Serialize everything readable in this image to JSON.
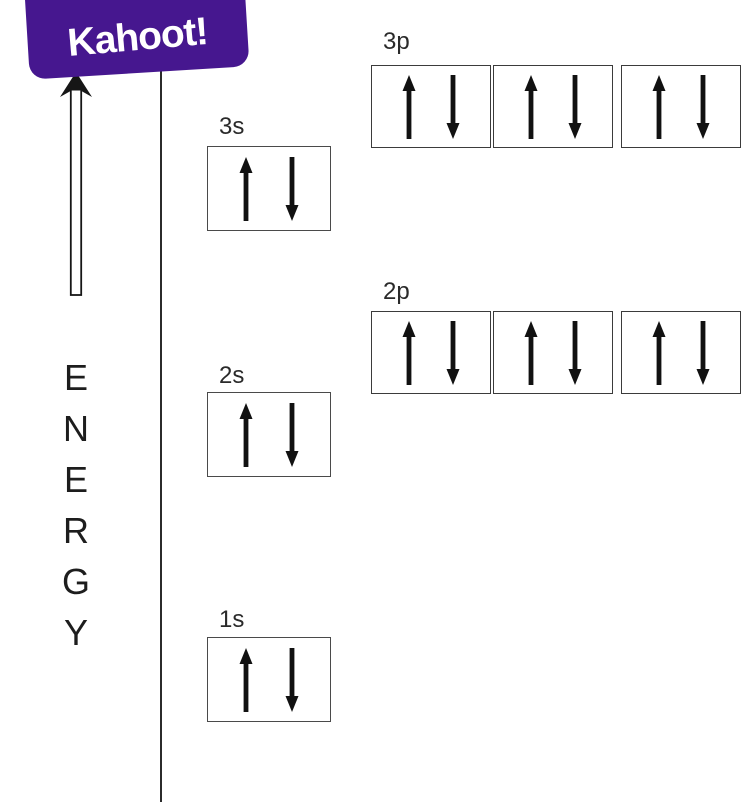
{
  "logo": {
    "text": "Kahoot!",
    "background_color": "#46178F",
    "text_color": "#ffffff"
  },
  "energy_axis": {
    "label": "ENERGY",
    "letters": [
      "E",
      "N",
      "E",
      "R",
      "G",
      "Y"
    ],
    "arrow_direction": "up"
  },
  "orbitals": {
    "rows": [
      {
        "id": "3p",
        "label": "3p",
        "boxes": [
          [
            "up",
            "down"
          ],
          [
            "up",
            "down"
          ],
          [
            "up",
            "down"
          ]
        ]
      },
      {
        "id": "3s",
        "label": "3s",
        "boxes": [
          [
            "up",
            "down"
          ]
        ]
      },
      {
        "id": "2p",
        "label": "2p",
        "boxes": [
          [
            "up",
            "down"
          ],
          [
            "up",
            "down"
          ],
          [
            "up",
            "down"
          ]
        ]
      },
      {
        "id": "2s",
        "label": "2s",
        "boxes": [
          [
            "up",
            "down"
          ]
        ]
      },
      {
        "id": "1s",
        "label": "1s",
        "boxes": [
          [
            "up",
            "down"
          ]
        ]
      }
    ]
  },
  "colors": {
    "ink": "#1a1a1a",
    "box_border": "#3b3b3b",
    "brand_purple": "#46178F",
    "background": "#ffffff"
  }
}
